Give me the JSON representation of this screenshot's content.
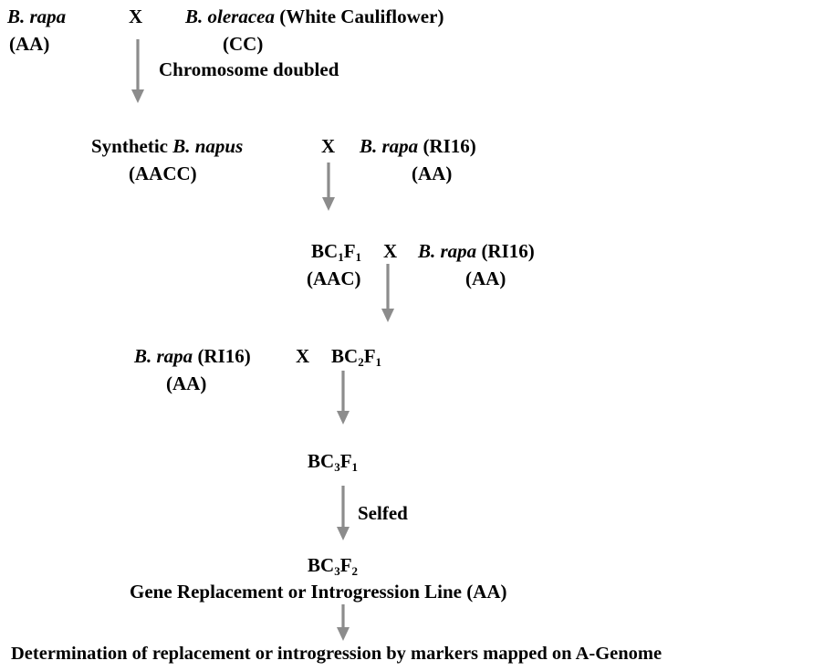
{
  "colors": {
    "arrow": "#8c8c8c",
    "text": "#000000"
  },
  "diagram": {
    "step1": {
      "left_parent": {
        "species": "B. rapa",
        "genome": "(AA)"
      },
      "cross_symbol": "X",
      "right_parent": {
        "species": "B. oleracea",
        "detail": "(White Cauliflower)",
        "genome": "(CC)"
      },
      "arrow_label": "Chromosome doubled"
    },
    "step2": {
      "left": {
        "prefix": "Synthetic ",
        "species": "B. napus",
        "genome": "(AACC)"
      },
      "cross_symbol": "X",
      "right": {
        "species": "B. rapa",
        "detail": "(RI16)",
        "genome": "(AA)"
      }
    },
    "step3": {
      "left": {
        "base1": "BC",
        "sub1": "1",
        "base2": "F",
        "sub2": "1",
        "genome": "(AAC)"
      },
      "cross_symbol": "X",
      "right": {
        "species": "B. rapa",
        "detail": "(RI16)",
        "genome": "(AA)"
      }
    },
    "step4": {
      "left": {
        "species": "B. rapa",
        "detail": "(RI16)",
        "genome": "(AA)"
      },
      "cross_symbol": "X",
      "right": {
        "base1": "BC",
        "sub1": "2",
        "base2": "F",
        "sub2": "1"
      }
    },
    "step5": {
      "node": {
        "base1": "BC",
        "sub1": "3",
        "base2": "F",
        "sub2": "1"
      },
      "arrow_label": "Selfed"
    },
    "step6": {
      "node": {
        "base1": "BC",
        "sub1": "3",
        "base2": "F",
        "sub2": "2"
      },
      "caption": "Gene Replacement or Introgression Line (AA)"
    },
    "final": {
      "text": "Determination of replacement or introgression by markers mapped on A-Genome"
    }
  }
}
